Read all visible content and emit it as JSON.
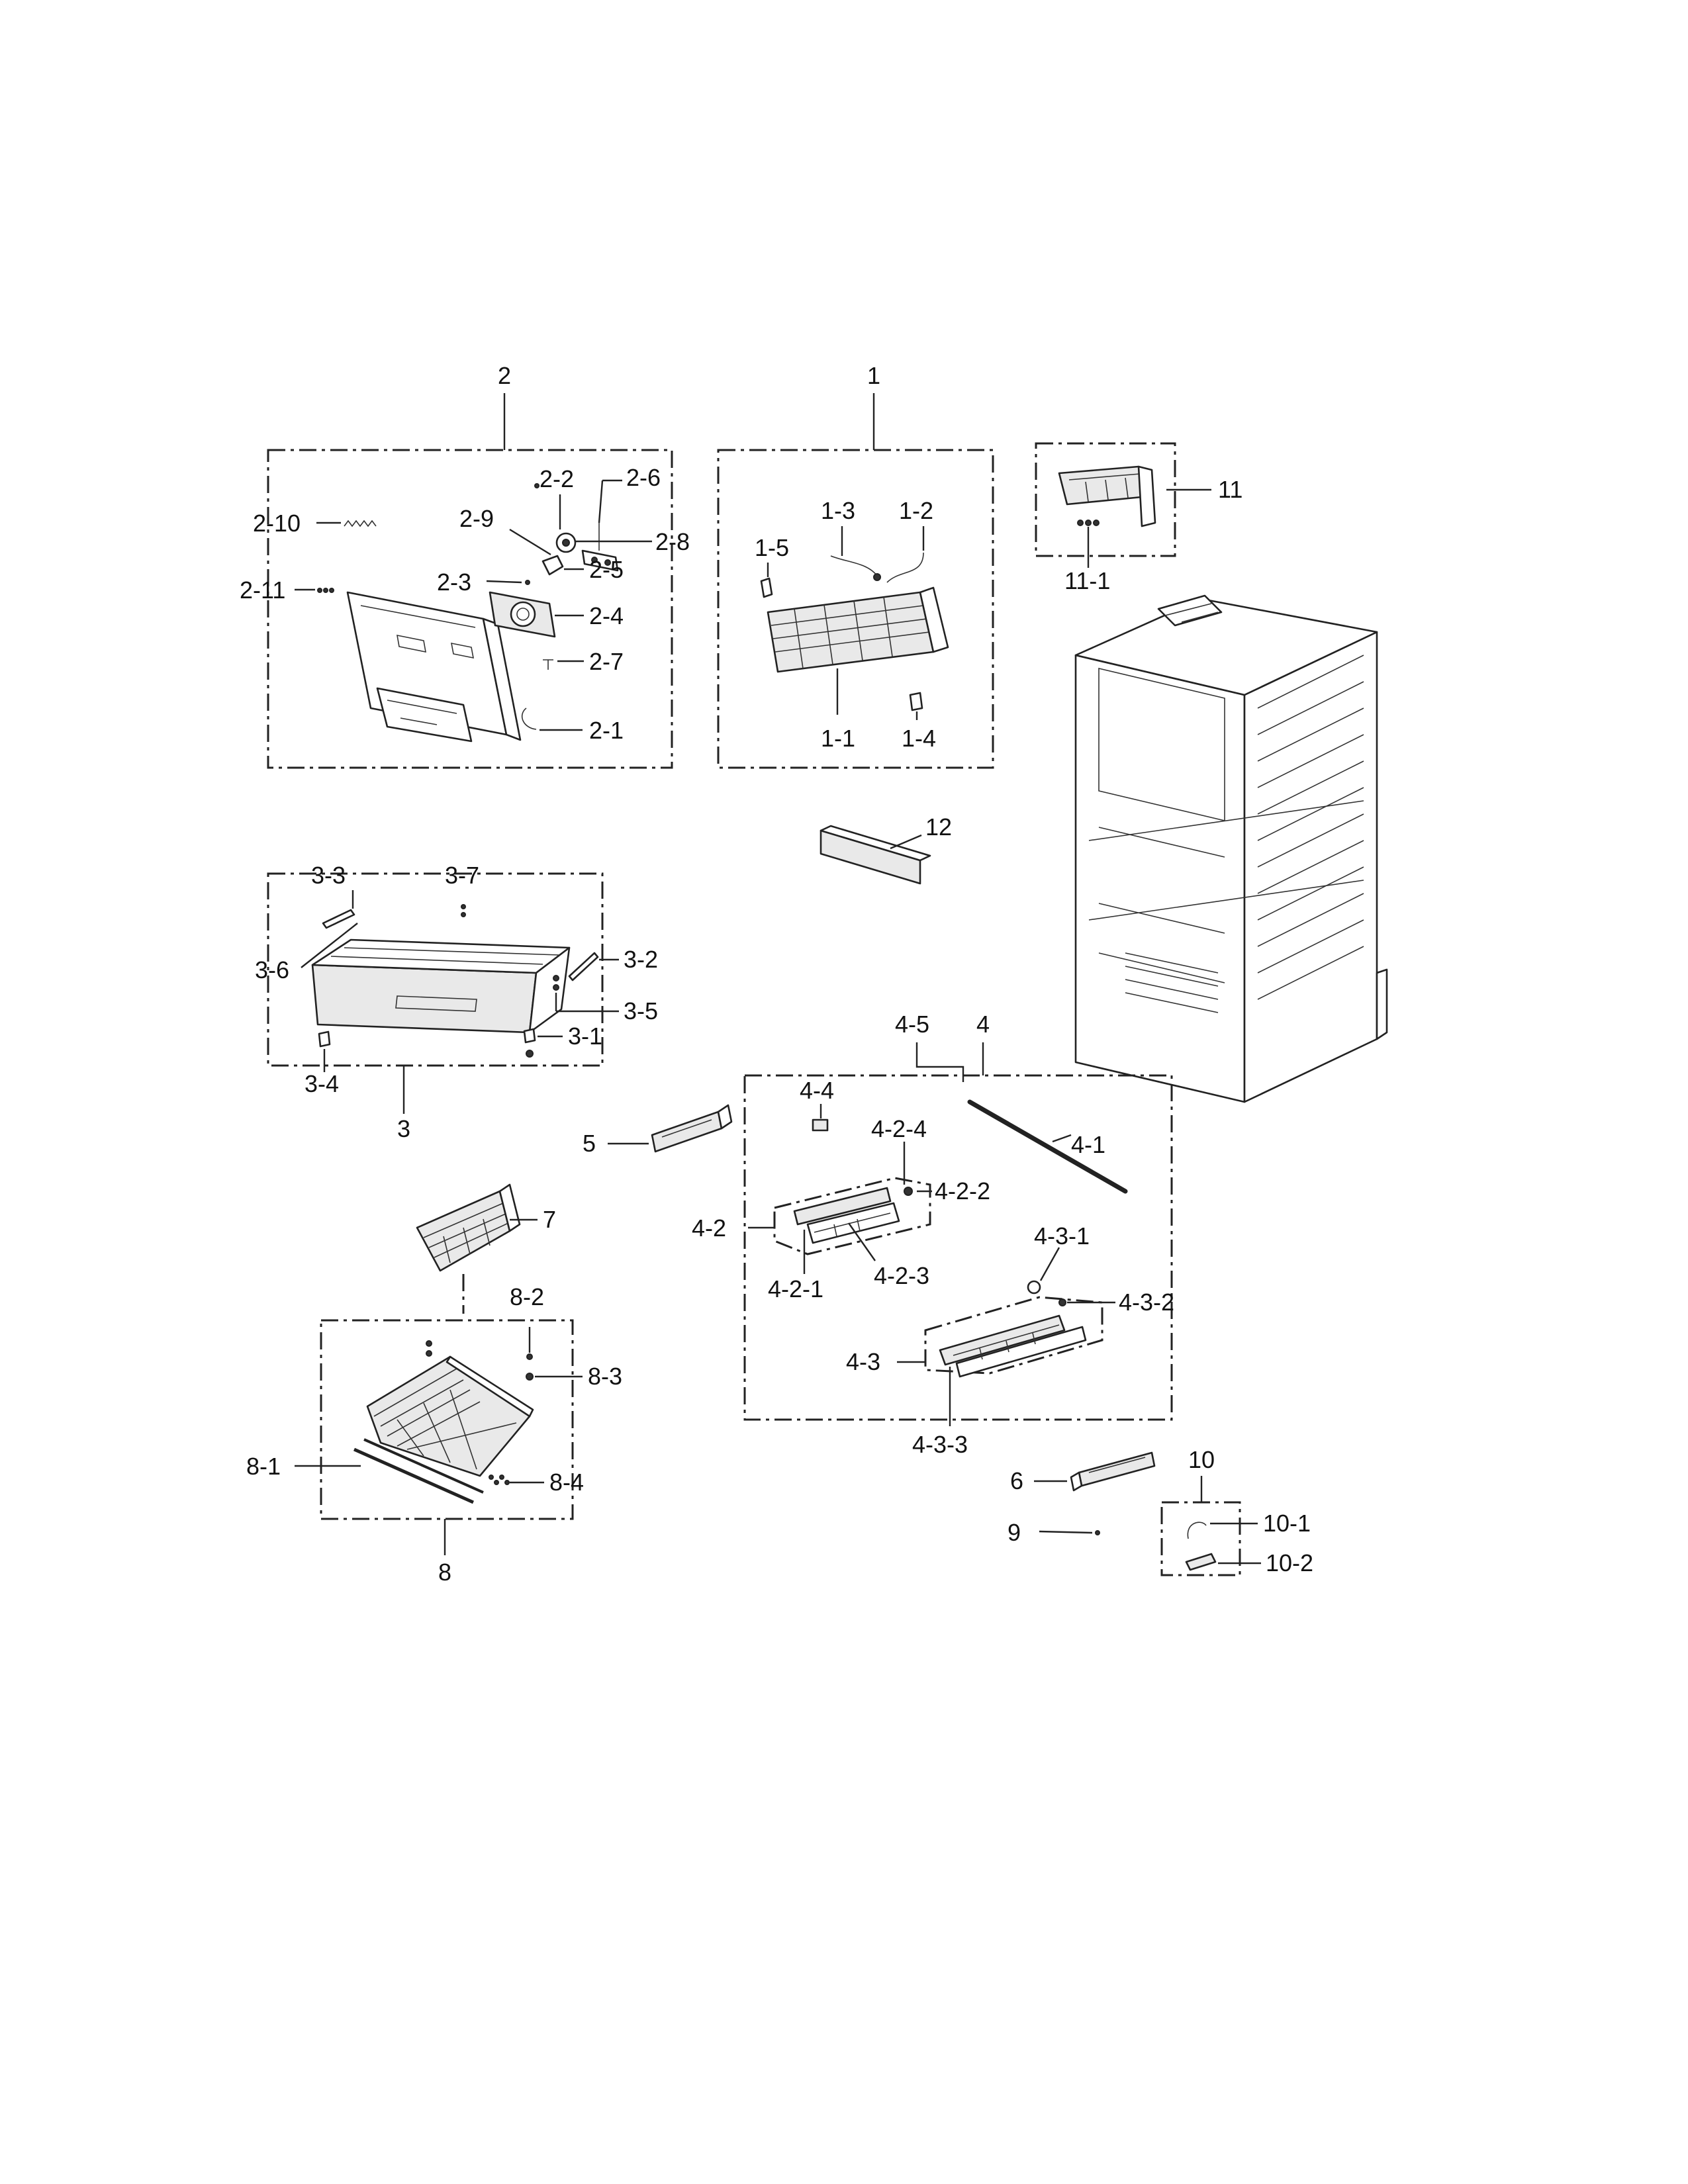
{
  "callouts": {
    "c1": "1",
    "c1_1": "1-1",
    "c1_2": "1-2",
    "c1_3": "1-3",
    "c1_4": "1-4",
    "c1_5": "1-5",
    "c2": "2",
    "c2_1": "2-1",
    "c2_2": "2-2",
    "c2_3": "2-3",
    "c2_4": "2-4",
    "c2_5": "2-5",
    "c2_6": "2-6",
    "c2_7": "2-7",
    "c2_8": "2-8",
    "c2_9": "2-9",
    "c2_10": "2-10",
    "c2_11": "2-11",
    "c3": "3",
    "c3_1": "3-1",
    "c3_2": "3-2",
    "c3_3": "3-3",
    "c3_4": "3-4",
    "c3_5": "3-5",
    "c3_6": "3-6",
    "c3_7": "3-7",
    "c4": "4",
    "c4_1": "4-1",
    "c4_2": "4-2",
    "c4_2_1": "4-2-1",
    "c4_2_2": "4-2-2",
    "c4_2_3": "4-2-3",
    "c4_2_4": "4-2-4",
    "c4_3": "4-3",
    "c4_3_1": "4-3-1",
    "c4_3_2": "4-3-2",
    "c4_3_3": "4-3-3",
    "c4_4": "4-4",
    "c4_5": "4-5",
    "c5": "5",
    "c6": "6",
    "c7": "7",
    "c8": "8",
    "c8_1": "8-1",
    "c8_2": "8-2",
    "c8_3": "8-3",
    "c8_4": "8-4",
    "c9": "9",
    "c10": "10",
    "c10_1": "10-1",
    "c10_2": "10-2",
    "c11": "11",
    "c11_1": "11-1",
    "c12": "12"
  },
  "colors": {
    "ink": "#222222",
    "paper": "#ffffff"
  }
}
